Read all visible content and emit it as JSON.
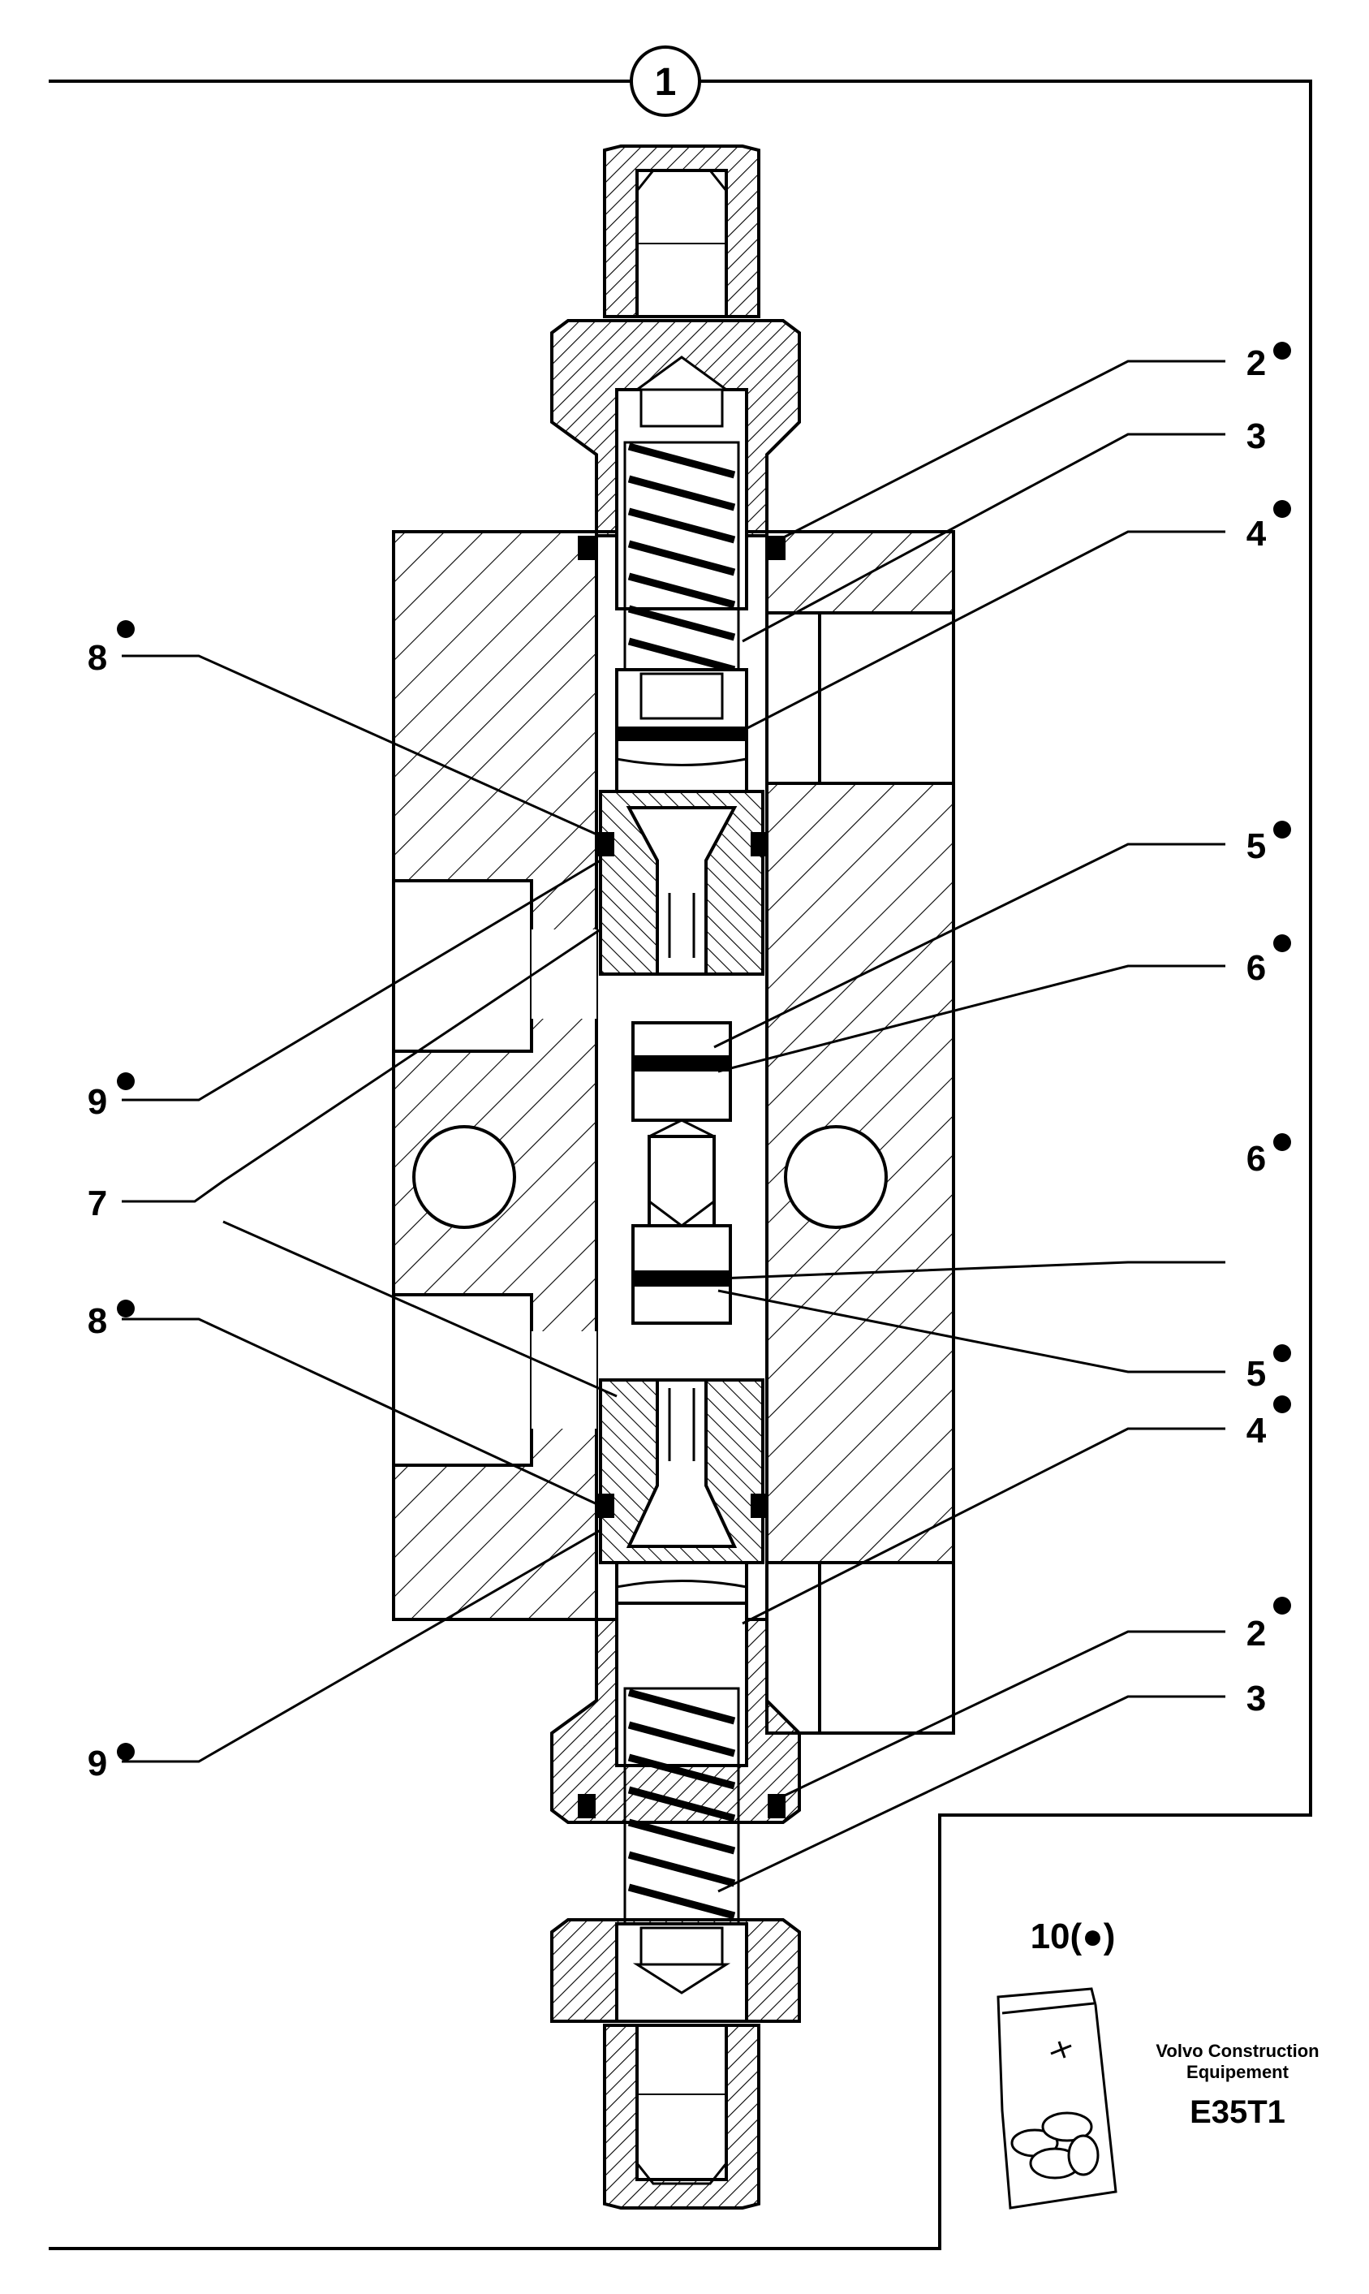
{
  "assembly_label": "1",
  "callouts": {
    "c2a": "2",
    "c3a": "3",
    "c4a": "4",
    "c5a": "5",
    "c6a": "6",
    "c6b": "6",
    "c5b": "5",
    "c4b": "4",
    "c2b": "2",
    "c3b": "3",
    "c8a": "8",
    "c9a": "9",
    "c7": "7",
    "c8b": "8",
    "c9b": "9"
  },
  "kit_label": "10(●)",
  "brand_line1": "Volvo Construction",
  "brand_line2": "Equipement",
  "drawing_code": "E35T1"
}
